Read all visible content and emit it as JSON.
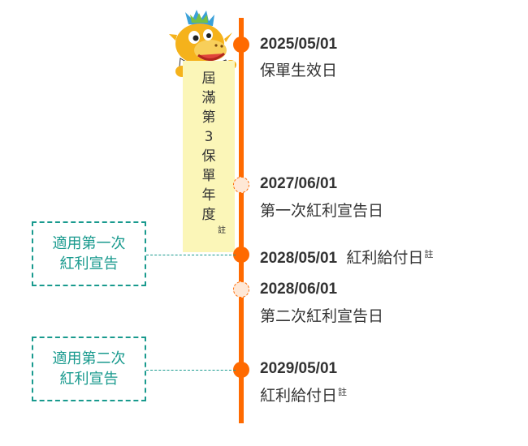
{
  "period": {
    "chars": [
      "屆",
      "滿",
      "第",
      "3",
      "保",
      "單",
      "年",
      "度"
    ],
    "note": "註"
  },
  "events": [
    {
      "date": "2025/05/01",
      "label": "保單生效日",
      "note": ""
    },
    {
      "date": "2027/06/01",
      "label": "第一次紅利宣告日",
      "note": ""
    },
    {
      "date": "2028/05/01",
      "label": "紅利給付日",
      "note": "註"
    },
    {
      "date": "2028/06/01",
      "label": "第二次紅利宣告日",
      "note": ""
    },
    {
      "date": "2029/05/01",
      "label": "紅利給付日",
      "note": "註"
    }
  ],
  "boxes": [
    {
      "line1": "適用第一次",
      "line2": "紅利宣告"
    },
    {
      "line1": "適用第二次",
      "line2": "紅利宣告"
    }
  ],
  "colors": {
    "timeline": "#ff6a00",
    "box": "#199a8e",
    "period": "#fbf6b8"
  },
  "mascot_icon": "dragon-mascot-icon"
}
